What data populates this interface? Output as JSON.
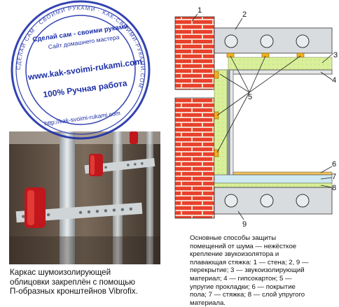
{
  "stamp": {
    "ring_text": "СДЕЛАЙ САМ · СВОИМИ РУКАМИ · КАК-СВОИМИ-РУКАМИ.СОМ · ",
    "line1": "Сделай сам - своими руками",
    "line2": "Сайт домашнего мастера",
    "url": "www.kak-svoimi-rukami.com",
    "motto": "100% Ручная работа",
    "url_small": "http://kak-svoimi-rukami.com",
    "color": "#1c2fa8"
  },
  "photo": {
    "caption_lines": [
      "Каркас шумоизолирующей",
      "облицовки закреплён с помощью",
      "П-образных кронштейнов Vibrofix."
    ]
  },
  "diagram": {
    "labels": {
      "n1": "1",
      "n2": "2",
      "n3": "3",
      "n4": "4",
      "n5": "5",
      "n6": "6",
      "n7": "7",
      "n8": "8",
      "n9": "9"
    },
    "colors": {
      "brick": "#e8412c",
      "mortar": "#f6d6c8",
      "slab": "#d8dcdf",
      "insulation": "#d9ef9a",
      "pad": "#f0b020",
      "frame": "#8f969c"
    }
  },
  "description_lines": [
    "Основные способы защиты",
    "помещений от шума — нежёсткое",
    "крепление звукоизолятора и",
    "плавающая стяжка: 1 — стена; 2, 9 —",
    "перекрытие; 3 — звукоизолирующий",
    "материал; 4 — гипсокартон; 5 —",
    "упругие прокладки; 6 — покрытие",
    "пола; 7 — стяжка; 8 — слой упругого",
    "материала."
  ]
}
